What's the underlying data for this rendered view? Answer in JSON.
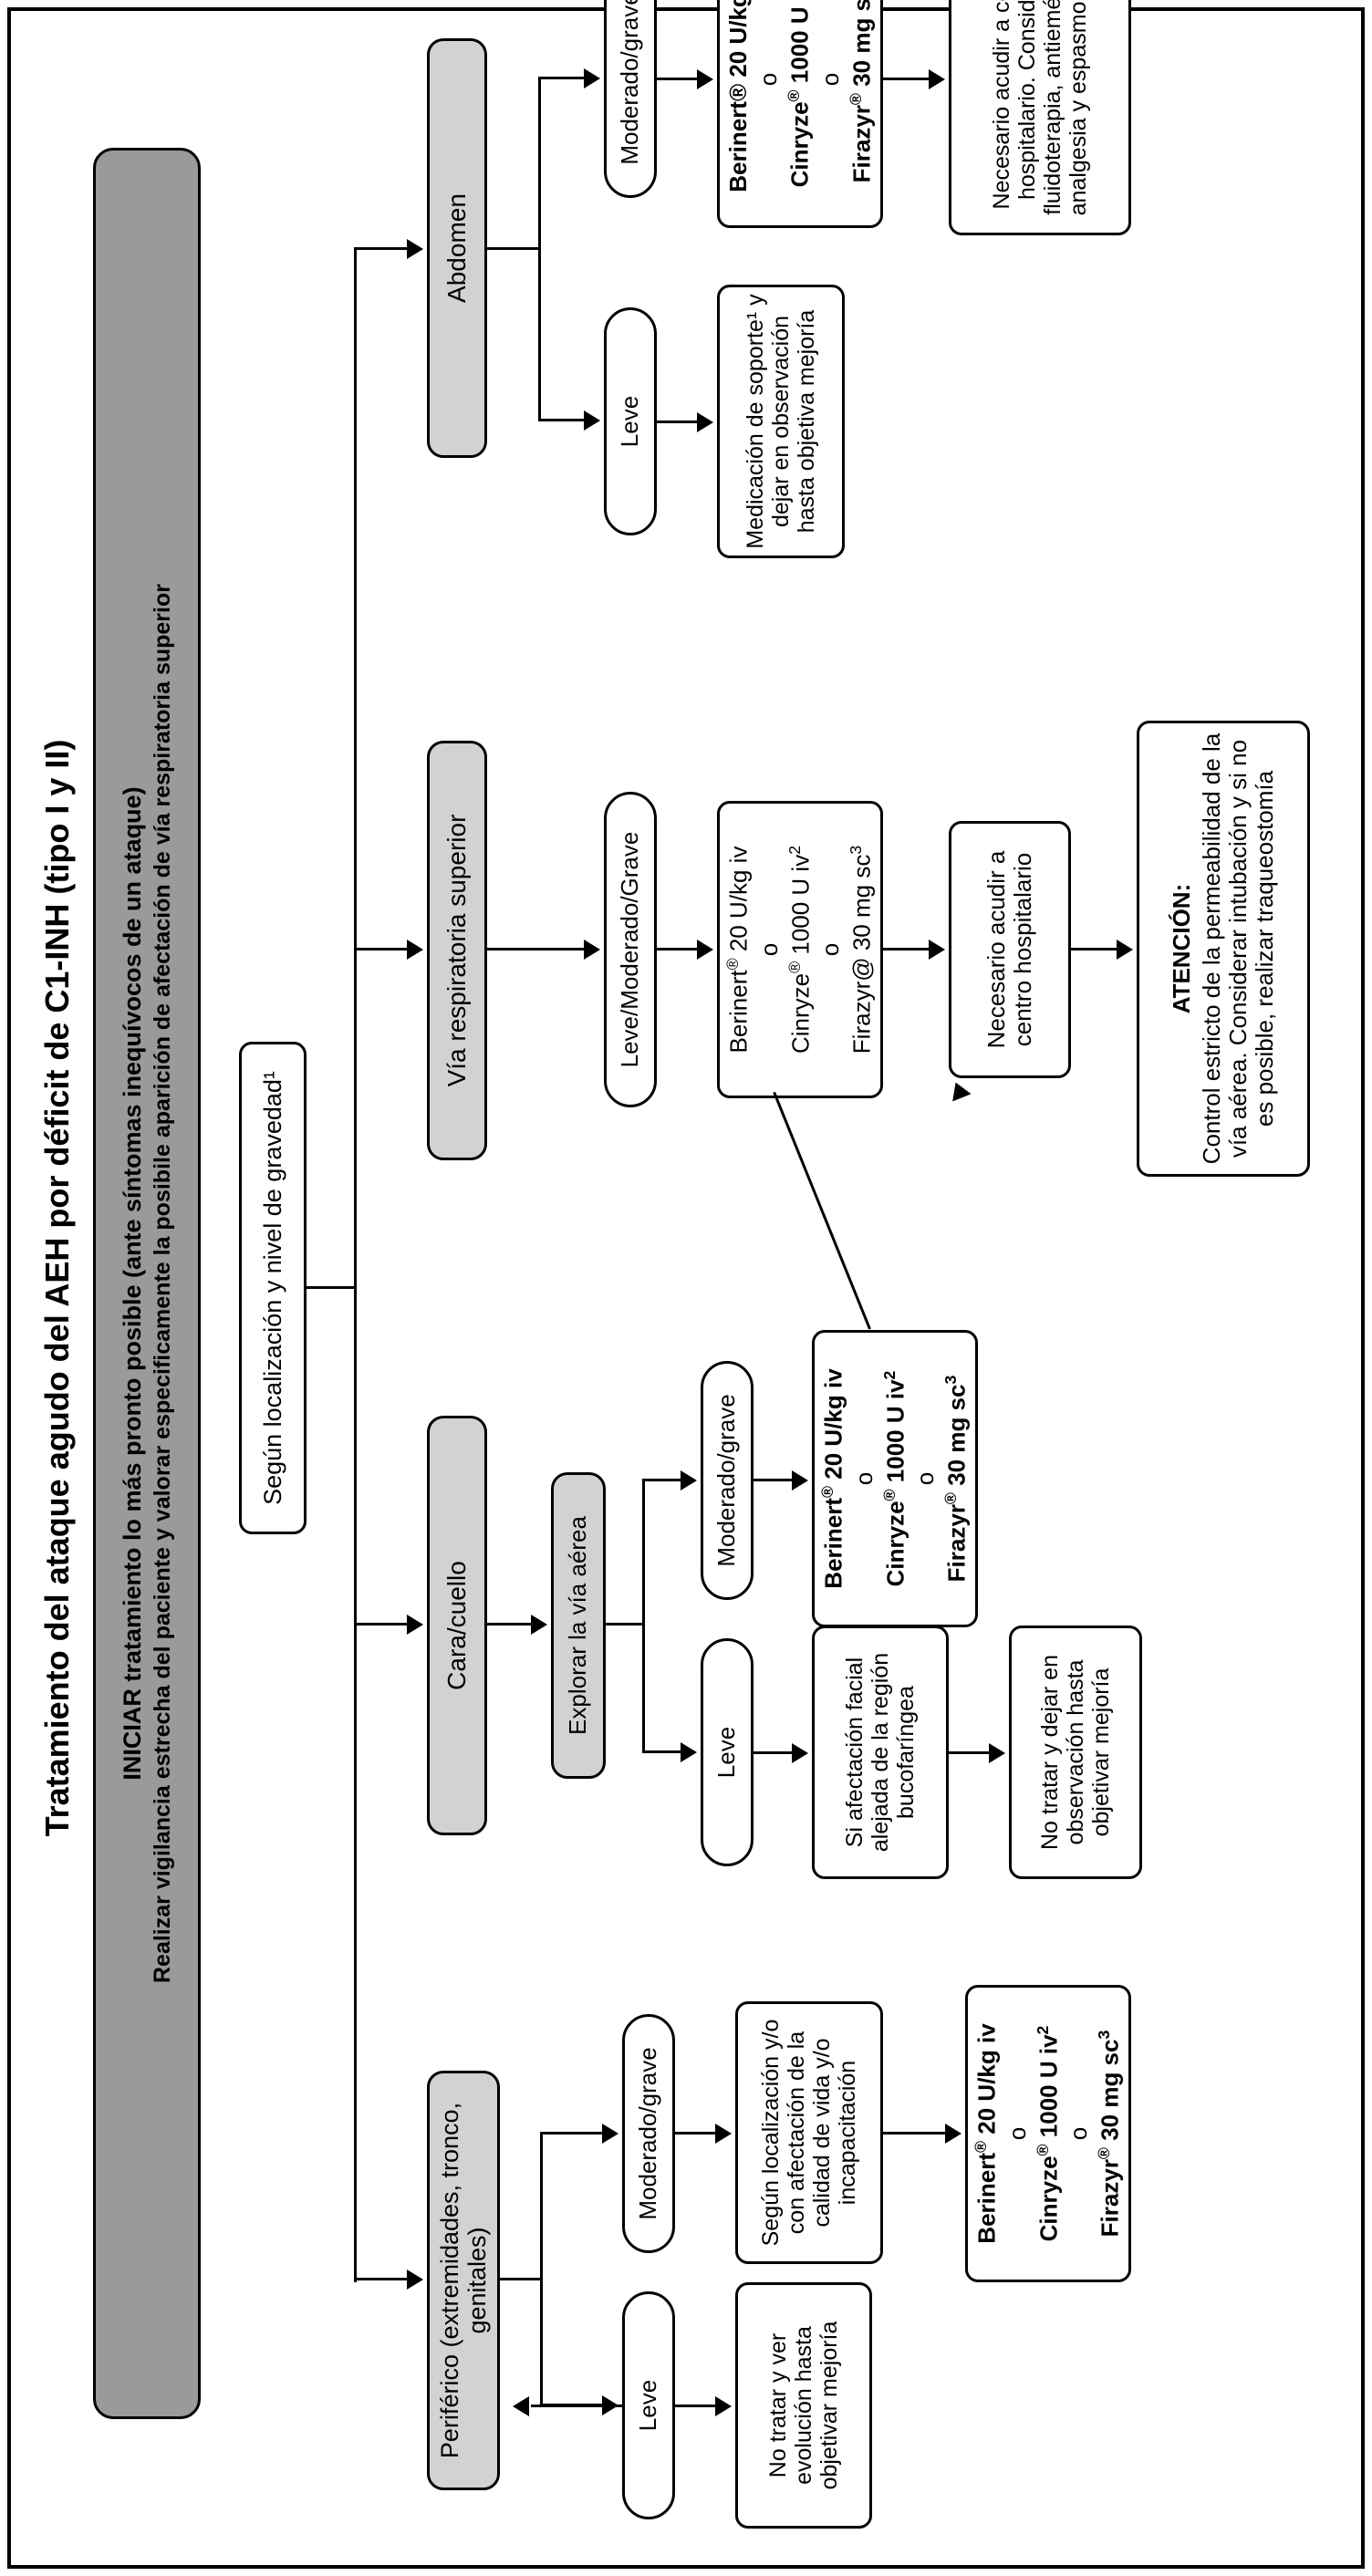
{
  "title": "Tratamiento del ataque agudo del AEH por déficit de C1-INH (tipo I y II)",
  "header": {
    "line1": "INICIAR tratamiento lo más pronto posible  (ante síntomas inequívocos de un ataque)",
    "line2": "Realizar vigilancia estrecha del paciente y valorar especificamente la posibile aparición de afectación de vía respiratoria superior"
  },
  "root": {
    "label": "Según localización y nivel de gravedad¹"
  },
  "medication": {
    "line1": "Berinert® 20 U/kg iv",
    "line2": "o",
    "line3": "Cinryze® 1000 U iv²",
    "line4": "o",
    "line5": "Firazyr® 30 mg sc³"
  },
  "branches": {
    "abdomen": {
      "label": "Abdomen",
      "severity_mild": "Leve",
      "severity_modsev": "Moderado/grave",
      "mild_action": "Medicación de soporte¹ y dejar en observación hasta objetiva mejoría",
      "final": "Necesario acudir a centro hospitalario. Considerar fluidoterapia, antieméticos, analgesia y espasmolíticos"
    },
    "airway": {
      "label": "Vía respiratoria superior",
      "severity": "Leve/Moderado/Grave",
      "referral": "Necesario acudir a centro hospitalario"
    },
    "face": {
      "label": "Cara/cuello",
      "explore": "Explorar la vía aérea",
      "severity_mild": "Leve",
      "severity_modsev": "Moderado/grave",
      "mild_check": "Si afectación facial alejada de la región bucofaríngea",
      "mild_action": "No tratar y dejar en observación hasta objetivar mejoría"
    },
    "peripheral": {
      "label": "Periférico (extremidades, tronco, genitales)",
      "severity_mild": "Leve",
      "severity_modsev": "Moderado/grave",
      "mild_action": "No tratar y ver evolución hasta objetivar mejoría",
      "modsev_check": "Según localización y/o con afectación de la calidad de vida y/o incapacitación"
    }
  },
  "attention": {
    "heading": "ATENCIÓN:",
    "body": "Control estricto de la permeabilidad de la vía aérea. Considerar intubación y si no es posible, realizar traqueostomía"
  }
}
